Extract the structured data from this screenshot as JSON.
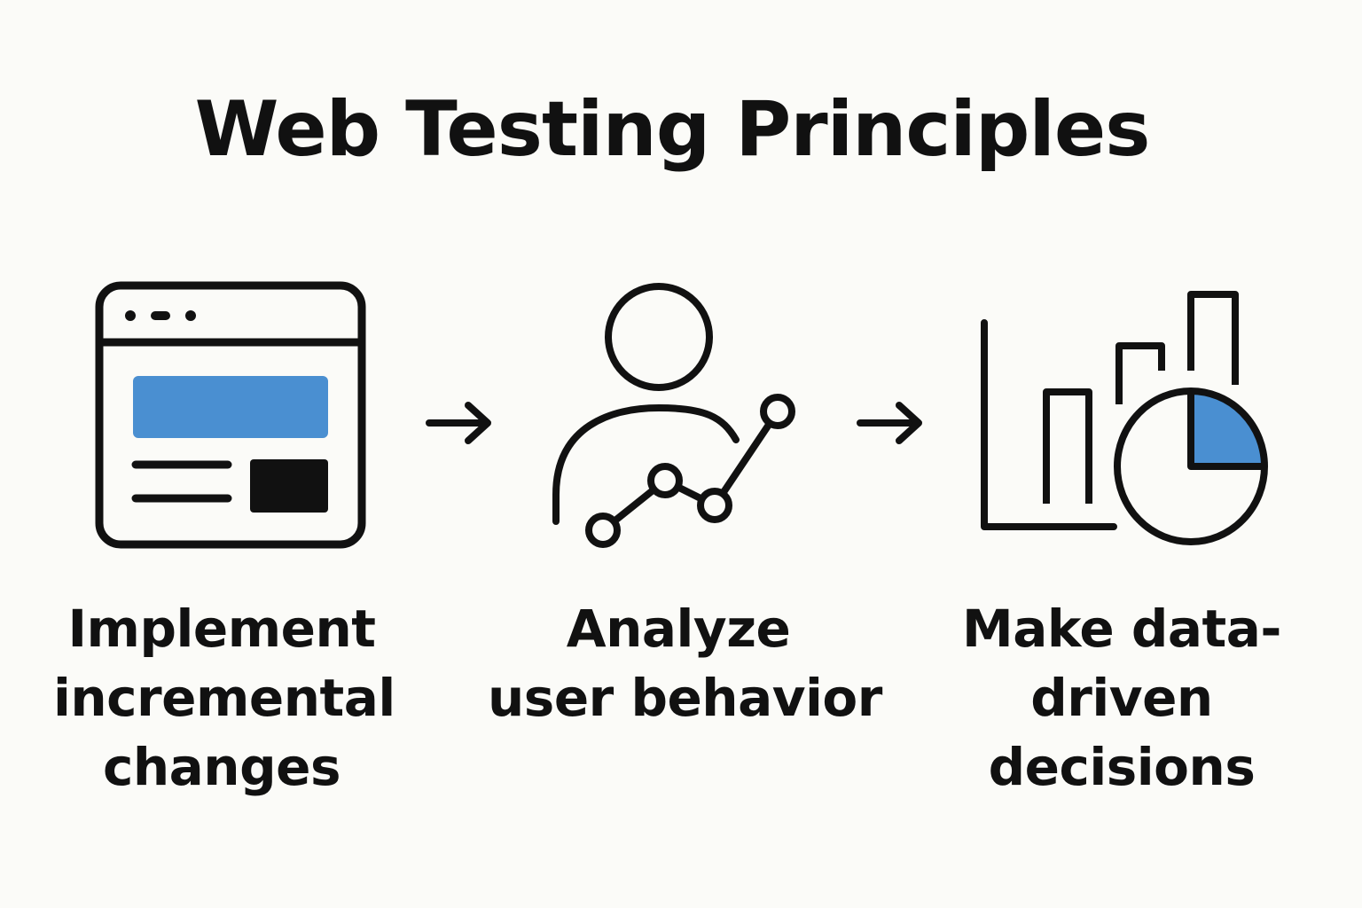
{
  "title": "Web Testing Principles",
  "colors": {
    "stroke": "#111111",
    "accent": "#4a8fd1",
    "background": "#fbfbf8"
  },
  "steps": [
    {
      "icon": "browser-window-icon",
      "label_lines": [
        "Implement",
        "incremental",
        "changes"
      ]
    },
    {
      "icon": "user-analytics-icon",
      "label_lines": [
        "Analyze",
        "user behavior"
      ]
    },
    {
      "icon": "bar-pie-chart-icon",
      "label_lines": [
        "Make data-",
        "driven",
        "decisions"
      ]
    }
  ],
  "connectors": [
    "arrow-right-icon",
    "arrow-right-icon"
  ]
}
